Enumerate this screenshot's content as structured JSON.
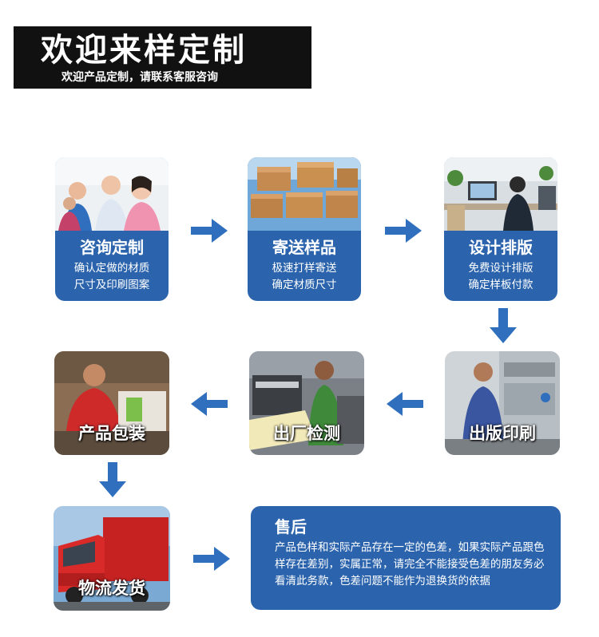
{
  "header": {
    "title": "欢迎来样定制",
    "subtitle": "欢迎产品定制，请联系客服咨询"
  },
  "steps": [
    {
      "label": "咨询定制",
      "desc_lines": [
        "确认定做的材质",
        "尺寸及印刷图案"
      ]
    },
    {
      "label": "寄送样品",
      "desc_lines": [
        "极速打样寄送",
        "确定材质尺寸"
      ]
    },
    {
      "label": "设计排版",
      "desc_lines": [
        "免费设计排版",
        "确定样板付款"
      ]
    }
  ],
  "tiles": [
    {
      "caption": "出版印刷"
    },
    {
      "caption": "出厂检测"
    },
    {
      "caption": "产品包装"
    },
    {
      "caption": "物流发货"
    }
  ],
  "after_sale": {
    "title": "售后",
    "text": "产品色样和实际产品存在一定的色差，如果实际产品跟色样存在差别，实属正常，请完全不能接受色差的朋友务必看清此务款，色差问题不能作为退换货的依据"
  },
  "colors": {
    "accent": "#2b64ad",
    "arrow": "#2f6fbe",
    "banner": "#111111"
  }
}
